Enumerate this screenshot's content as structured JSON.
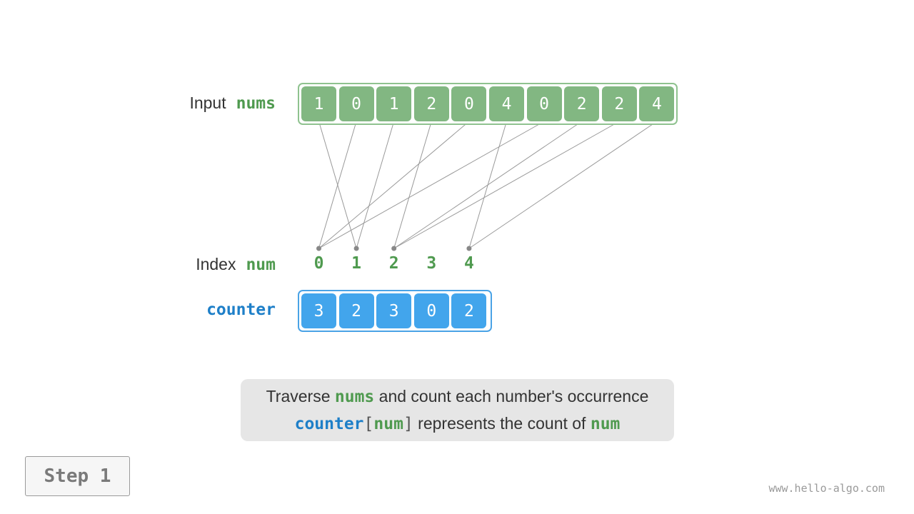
{
  "input_label": {
    "text": "Input",
    "keyword": "nums"
  },
  "index_label": {
    "text": "Index",
    "keyword": "num"
  },
  "counter_label": "counter",
  "nums": [
    "1",
    "0",
    "1",
    "2",
    "0",
    "4",
    "0",
    "2",
    "2",
    "4"
  ],
  "indices": [
    "0",
    "1",
    "2",
    "3",
    "4"
  ],
  "counter": [
    "3",
    "2",
    "3",
    "0",
    "2"
  ],
  "mappings": [
    {
      "from": 0,
      "to": 1
    },
    {
      "from": 1,
      "to": 0
    },
    {
      "from": 2,
      "to": 1
    },
    {
      "from": 3,
      "to": 2
    },
    {
      "from": 4,
      "to": 0
    },
    {
      "from": 5,
      "to": 4
    },
    {
      "from": 6,
      "to": 0
    },
    {
      "from": 7,
      "to": 2
    },
    {
      "from": 8,
      "to": 2
    },
    {
      "from": 9,
      "to": 4
    }
  ],
  "caption": {
    "line1_pre": "Traverse ",
    "line1_kw": "nums",
    "line1_post": " and count each number's occurrence",
    "line2_kw1": "counter",
    "line2_open": "[",
    "line2_kw2": "num",
    "line2_close": "]",
    "line2_mid": " represents the count of ",
    "line2_kw3": "num"
  },
  "step_label": "Step 1",
  "watermark": "www.hello-algo.com",
  "colors": {
    "green": "#82b782",
    "blue": "#42a5ec",
    "green_text": "#4f9a4f",
    "blue_text": "#1e7fc8",
    "line": "#999999"
  }
}
